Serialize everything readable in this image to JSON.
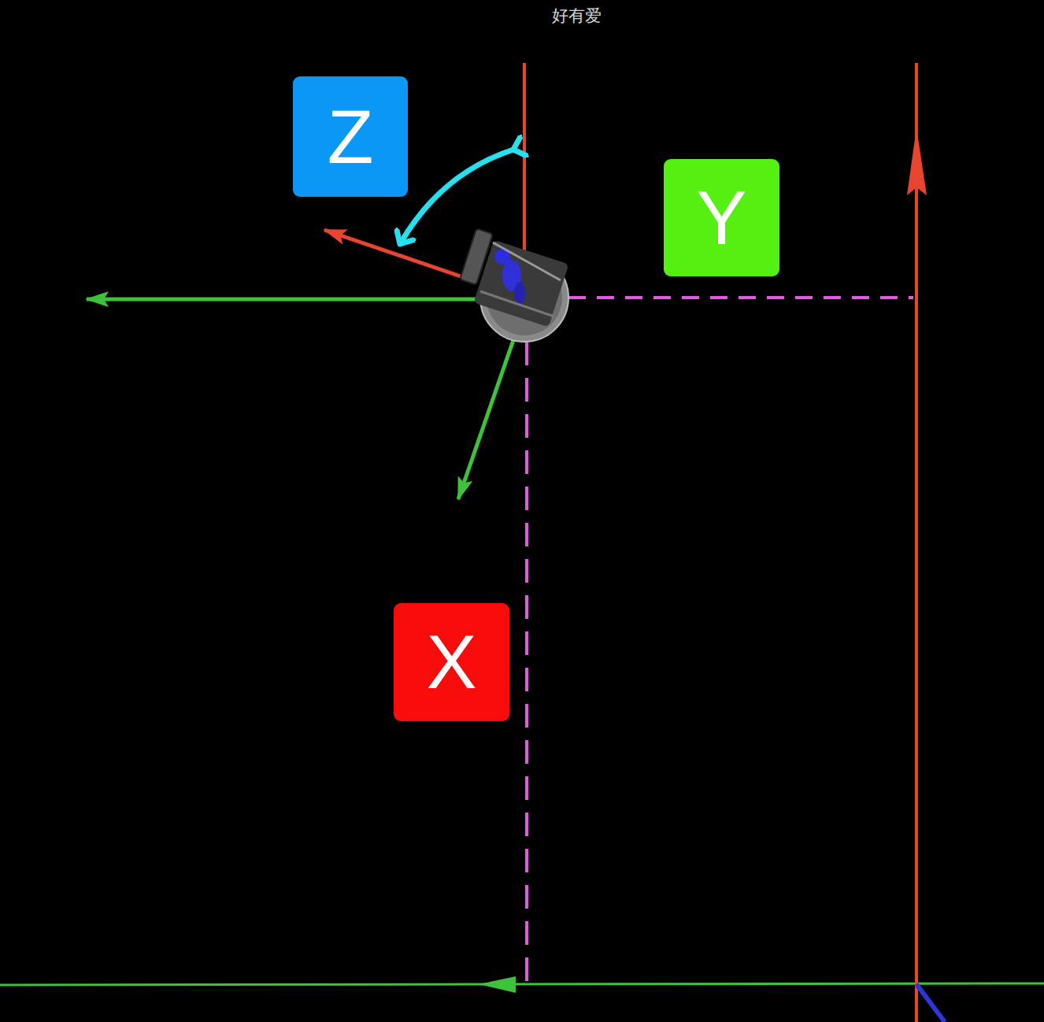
{
  "diagram": {
    "nodes": [
      {
        "text": [
          "Z"
        ]
      },
      {
        "text": [
          "Y"
        ]
      },
      {
        "text": [
          "X"
        ]
      }
    ],
    "labels": [
      "好有爱"
    ]
  }
}
